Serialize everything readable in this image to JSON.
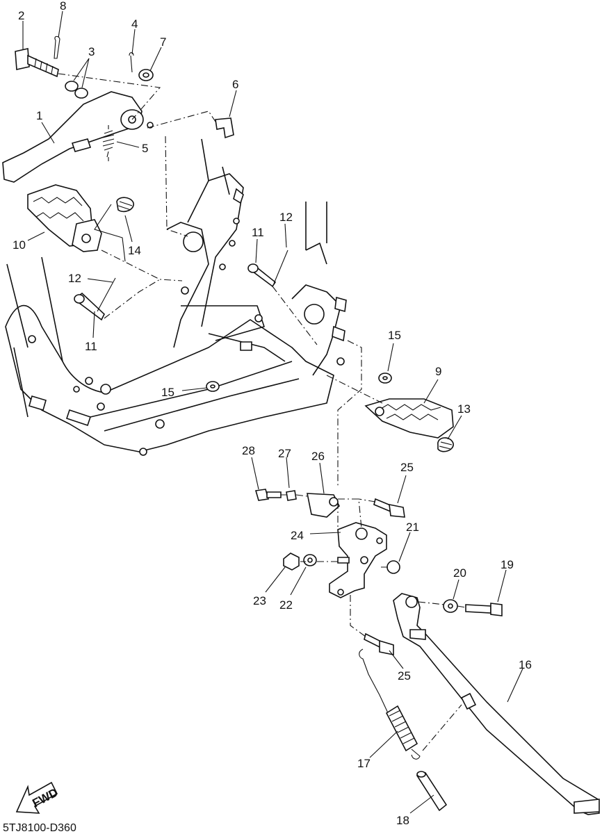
{
  "diagram": {
    "drawing_code": "5TJ8100-D360",
    "fwd_label": "FWD",
    "callouts": [
      "2",
      "8",
      "4",
      "7",
      "3",
      "6",
      "1",
      "5",
      "10",
      "14",
      "12",
      "11",
      "12",
      "11",
      "15",
      "15",
      "9",
      "13",
      "28",
      "27",
      "26",
      "25",
      "24",
      "21",
      "20",
      "19",
      "23",
      "22",
      "25",
      "16",
      "17",
      "18"
    ]
  }
}
